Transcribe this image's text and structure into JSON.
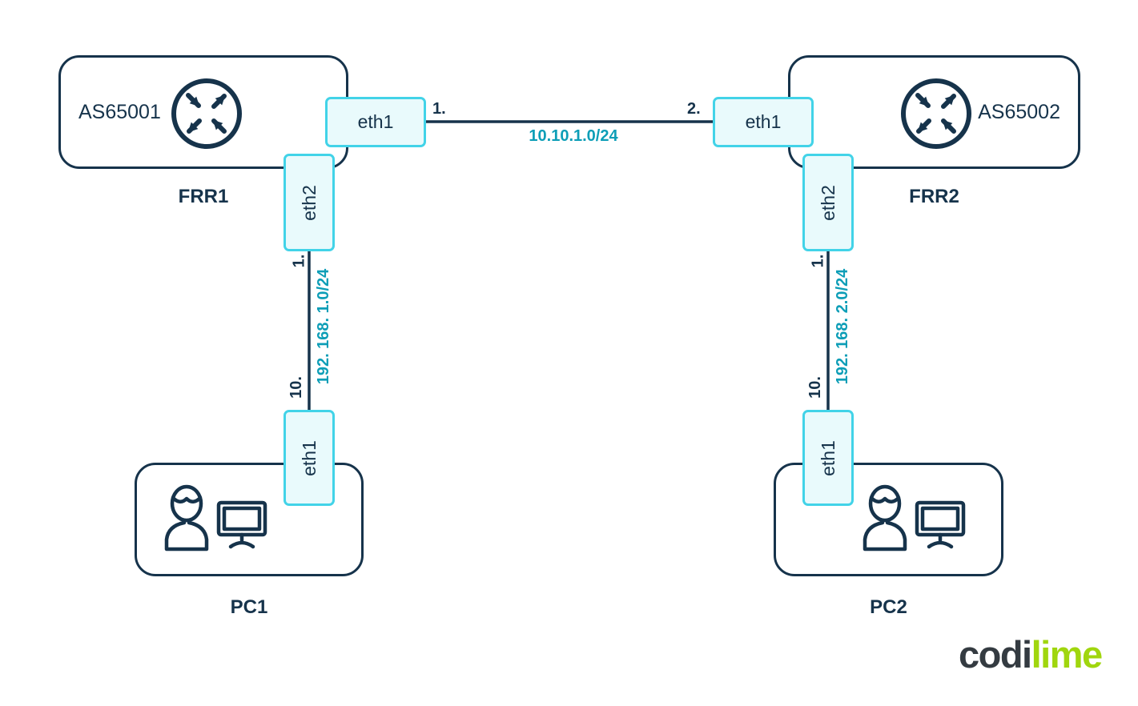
{
  "nodes": {
    "frr1": {
      "label": "FRR1",
      "as_label": "AS65001",
      "ports": {
        "eth1": "eth1",
        "eth2": "eth2"
      }
    },
    "frr2": {
      "label": "FRR2",
      "as_label": "AS65002",
      "ports": {
        "eth1": "eth1",
        "eth2": "eth2"
      }
    },
    "pc1": {
      "label": "PC1",
      "ports": {
        "eth1": "eth1"
      }
    },
    "pc2": {
      "label": "PC2",
      "ports": {
        "eth1": "eth1"
      }
    }
  },
  "links": {
    "frr1_frr2": {
      "network": "10.10.1.0/24",
      "frr1_end": "1.",
      "frr2_end": "2."
    },
    "frr1_pc1": {
      "network": "192. 168. 1.0/24",
      "frr1_end": "1.",
      "pc1_end": "10."
    },
    "frr2_pc2": {
      "network": "192. 168. 2.0/24",
      "frr2_end": "1.",
      "pc2_end": "10."
    }
  },
  "logo": {
    "dark": "codi",
    "accent": "lime"
  },
  "colors": {
    "navy": "#16334b",
    "port_border": "#42d3e8",
    "port_fill": "#e9fafc",
    "network_label_teal": "#0d9eb7",
    "logo_dark": "#343b41",
    "logo_lime": "#a0d60e"
  }
}
